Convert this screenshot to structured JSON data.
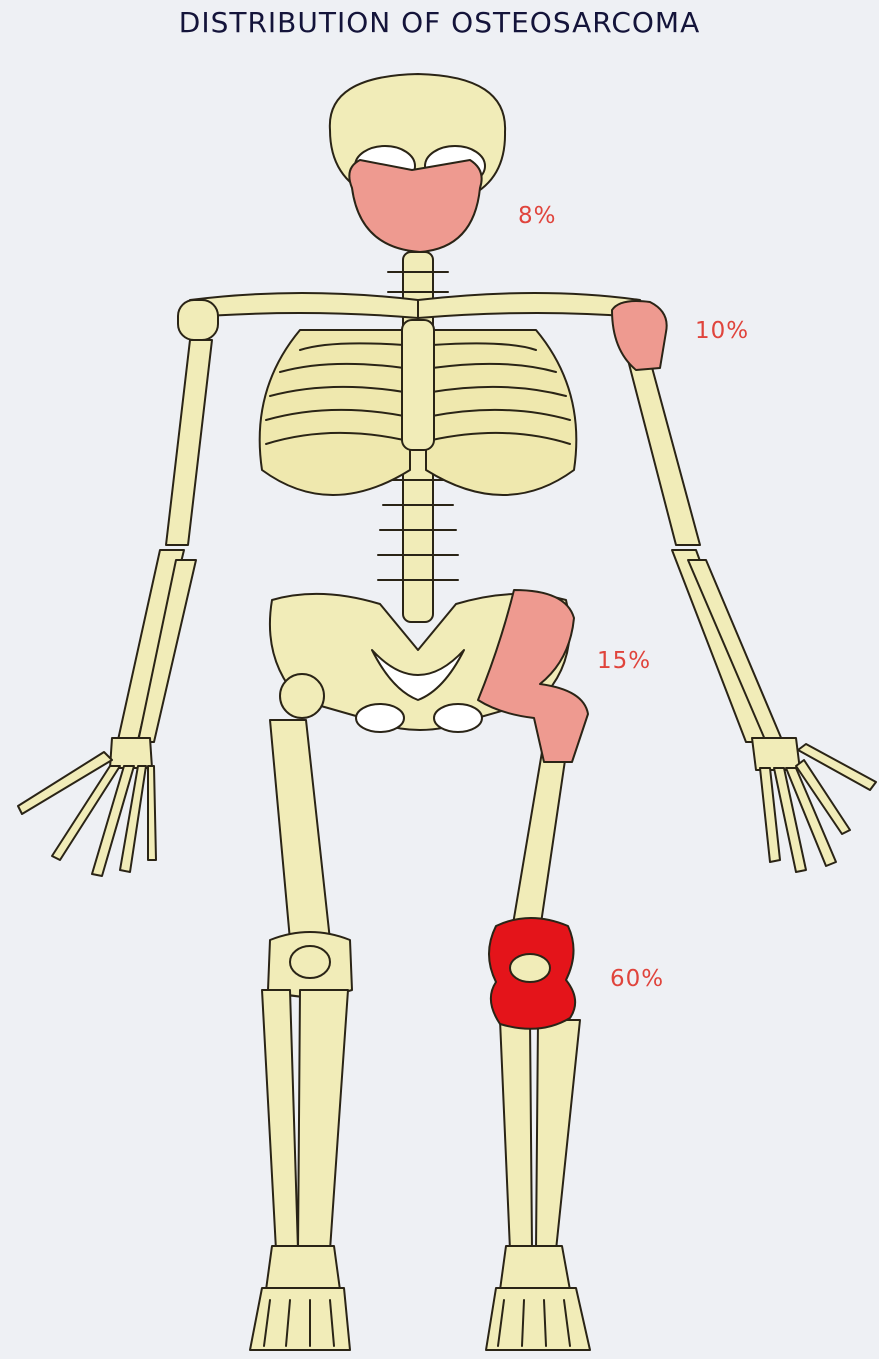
{
  "title": "DISTRIBUTION OF OSTEOSARCOMA",
  "colors": {
    "background": "#eef0f4",
    "bone": "#f1ecb8",
    "outline": "#2a2416",
    "low_frequency_highlight": "#ee9a90",
    "high_frequency_highlight": "#e4141a",
    "label_text": "#e0443c",
    "title_text": "#14143a"
  },
  "regions": [
    {
      "site": "jaw",
      "percent_label": "8%",
      "highlight": "light"
    },
    {
      "site": "proximal humerus",
      "percent_label": "10%",
      "highlight": "light"
    },
    {
      "site": "pelvis / proximal femur",
      "percent_label": "15%",
      "highlight": "light"
    },
    {
      "site": "knee",
      "percent_label": "60%",
      "highlight": "dark"
    }
  ]
}
